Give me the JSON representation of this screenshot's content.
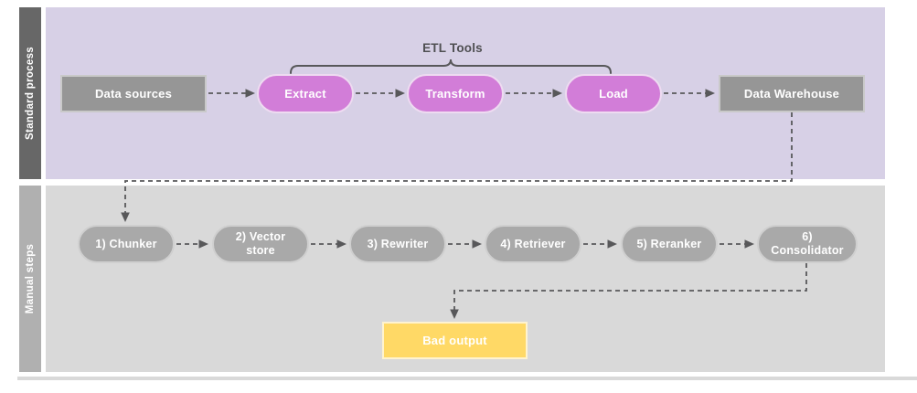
{
  "colors": {
    "canvas-bg": "#ffffff",
    "lane1-bg": "#d7d0e6",
    "lane1-label-bg": "#676767",
    "lane2-bg": "#d9d9d9",
    "lane2-label-bg": "#b0b0b0",
    "gray-box": "#969696",
    "gray-box-border": "#c9c9c9",
    "gray-pill": "#a9a9a9",
    "gray-pill-border": "#cfcfcf",
    "accent-pill": "#d27dd8",
    "accent-pill-border": "#eedbf1",
    "highlight-box": "#ffd966",
    "highlight-box-border": "#fff3cf",
    "node-text": "#ffffff",
    "connector": "#58585a",
    "annotation-text": "#4f4f52",
    "divider": "#d9d9d9"
  },
  "diagram": {
    "annotation": {
      "label": "ETL Tools"
    },
    "lanes": [
      {
        "label": "Standard process",
        "nodes": [
          {
            "label": "Data sources"
          },
          {
            "label": "Extract"
          },
          {
            "label": "Transform"
          },
          {
            "label": "Load"
          },
          {
            "label": "Data Warehouse"
          }
        ]
      },
      {
        "label": "Manual steps",
        "nodes": [
          {
            "label": "1) Chunker"
          },
          {
            "label": "2) Vector\nstore"
          },
          {
            "label": "3) Rewriter"
          },
          {
            "label": "4) Retriever"
          },
          {
            "label": "5) Reranker"
          },
          {
            "label": "6)\nConsolidator"
          },
          {
            "label": "Bad output"
          }
        ]
      }
    ]
  }
}
